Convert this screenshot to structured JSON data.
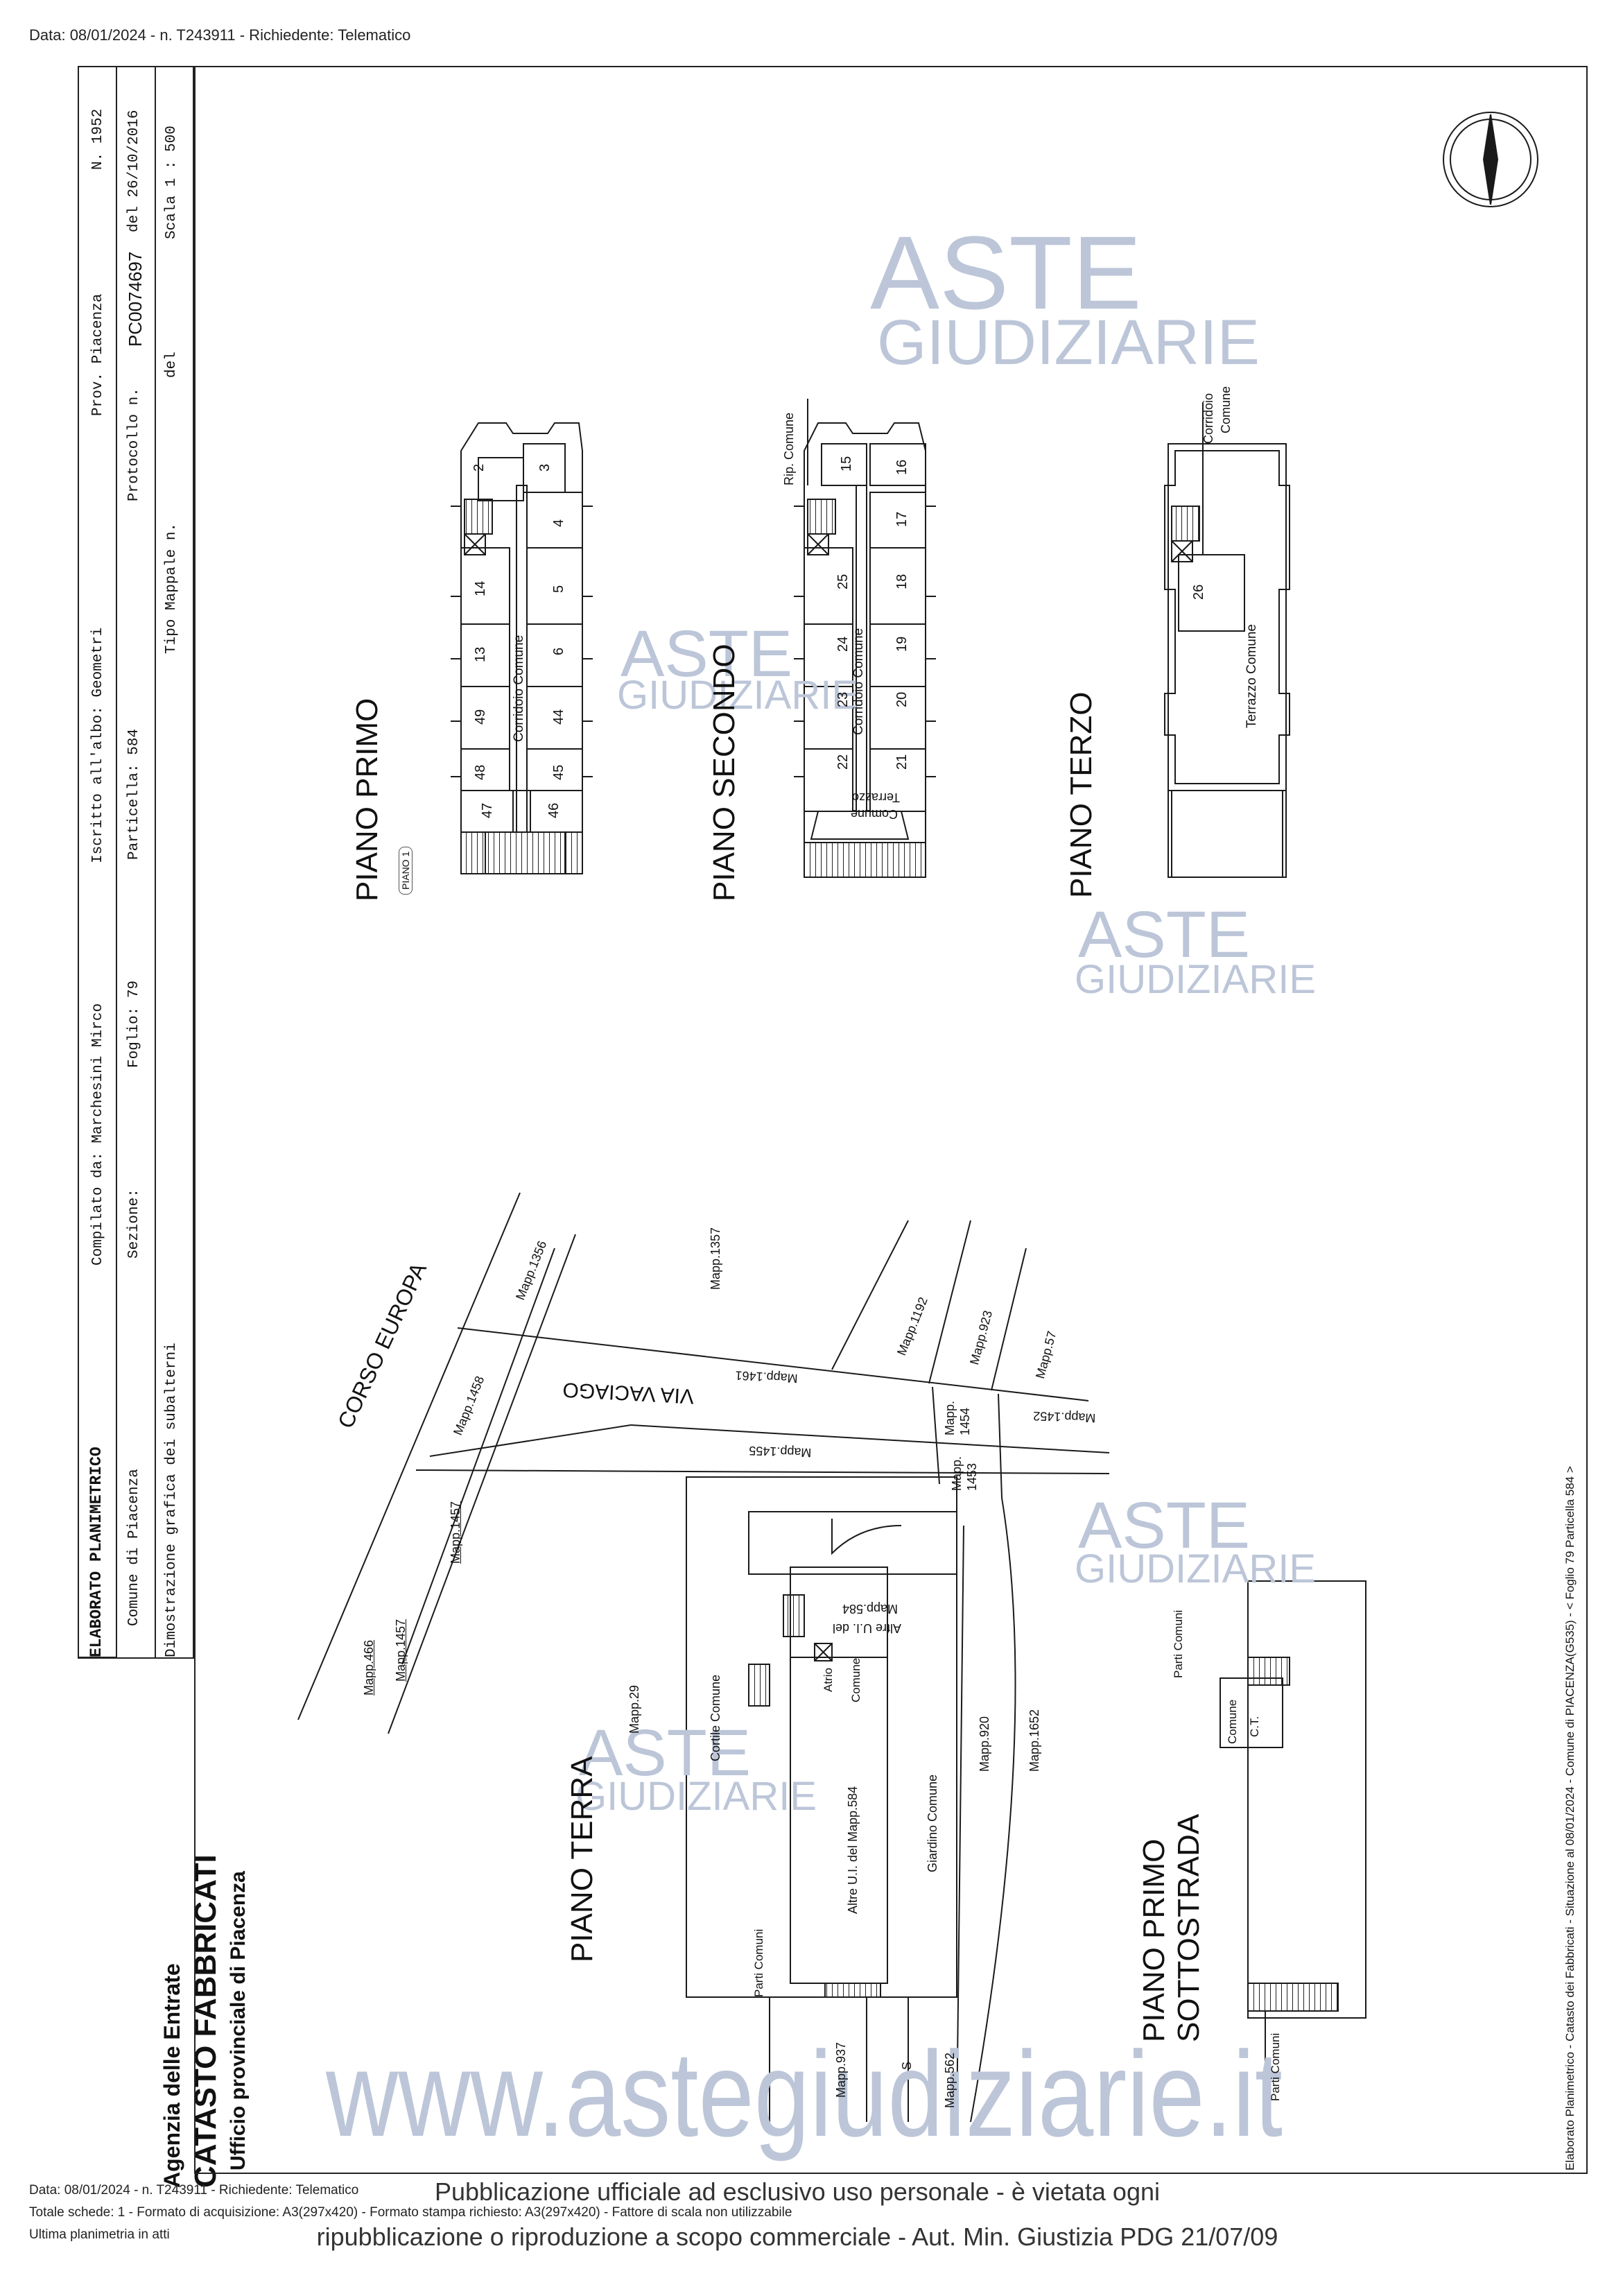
{
  "header": {
    "top_line": "Data: 08/01/2024 - n. T243911 - Richiedente: Telematico"
  },
  "title_block": {
    "doc_type": "ELABORATO PLANIMETRICO",
    "compiled_by": "Compilato da: Marchesini Mirco",
    "register": "Iscritto all'albo: Geometri",
    "province": "Prov. Piacenza",
    "number": "N. 1952",
    "comune": "Comune di Piacenza",
    "sezione": "Sezione:",
    "foglio": "Foglio: 79",
    "particella": "Particella: 584",
    "protocollo_label": "Protocollo n.",
    "protocollo_value": "PC0074697",
    "protocollo_date": "del 26/10/2016",
    "description": "Dimostrazione grafica dei subalterni",
    "tipo_mappale": "Tipo Mappale n.",
    "del": "del",
    "scala": "Scala 1 : 500"
  },
  "agency": {
    "line1": "Agenzia delle Entrate",
    "line2": "CATASTO FABBRICATI",
    "line3": "Ufficio provinciale di  Piacenza"
  },
  "floors": {
    "piano_primo": "PIANO PRIMO",
    "piano_primo_tag": "PIANO 1",
    "piano_secondo": "PIANO SECONDO",
    "piano_terzo": "PIANO TERZO",
    "piano_terra": "PIANO TERRA",
    "piano_primo_sottostrada_1": "PIANO PRIMO",
    "piano_primo_sottostrada_2": "SOTTOSTRADA"
  },
  "plan_labels": {
    "corridoio_comune": "Corridoio Comune",
    "corridoio": "Corridoio",
    "comune": "Comune",
    "terrazzo": "Terrazzo",
    "terrazzo_comune": "Terrazzo Comune",
    "rip_comune": "Rip. Comune",
    "corso_europa": "CORSO EUROPA",
    "via_vaciago": "VIA VACIAGO",
    "cortile_comune": "Cortile Comune",
    "giardino_comune": "Giardino Comune",
    "altre_ui": "Altre U.I. del Mapp.584",
    "altre_ui_a": "Altre U.I. del",
    "altre_ui_b": "Mapp.584",
    "atrio": "Atrio",
    "parti_comuni": "Parti Comuni",
    "ct": "C.T.",
    "s": "S"
  },
  "units_primo": [
    "2",
    "3",
    "4",
    "14",
    "5",
    "13",
    "6",
    "49",
    "44",
    "48",
    "45",
    "47",
    "46"
  ],
  "units_secondo": [
    "15",
    "16",
    "17",
    "25",
    "18",
    "24",
    "19",
    "23",
    "20",
    "22",
    "21"
  ],
  "units_terzo": [
    "26"
  ],
  "mappali": {
    "m1356": "Mapp.1356",
    "m1357": "Mapp.1357",
    "m1192": "Mapp.1192",
    "m923": "Mapp.923",
    "m57": "Mapp.57",
    "m1458": "Mapp.1458",
    "m1461": "Mapp.1461",
    "m1452": "Mapp.1452",
    "m1454a": "Mapp.",
    "m1454b": "1454",
    "m1455": "Mapp.1455",
    "m1453a": "Mapp.",
    "m1453b": "1453",
    "m1457a": "Mapp.1457",
    "m1457b": "Mapp.1457",
    "m466": "Mapp.466",
    "m29": "Mapp.29",
    "m920": "Mapp.920",
    "m1652": "Mapp.1652",
    "m937": "Mapp.937",
    "m562": "Mapp.562"
  },
  "side_note": "Elaborato Planimetrico - Catasto dei Fabbricati - Situazione al 08/01/2024 - Comune di PIACENZA(G535) - < Foglio 79 Particella 584 >",
  "watermark": {
    "line1": "ASTE",
    "line2": "GIUDIZIARIE",
    "site": "www.astegiudiziarie.it"
  },
  "footer": {
    "line1": "Data: 08/01/2024 - n. T243911 - Richiedente: Telematico",
    "line2": "Totale schede: 1 - Formato di acquisizione: A3(297x420)  - Formato stampa richiesto: A3(297x420)  - Fattore di scala non utilizzabile",
    "line3": "Ultima planimetria in atti",
    "pub1": "Pubblicazione ufficiale ad esclusivo uso personale - è vietata ogni",
    "pub2": "ripubblicazione o riproduzione a scopo commerciale - Aut. Min. Giustizia PDG 21/07/09"
  },
  "colors": {
    "watermark_text": "#bcc6d8",
    "line": "#1a1a1a"
  }
}
